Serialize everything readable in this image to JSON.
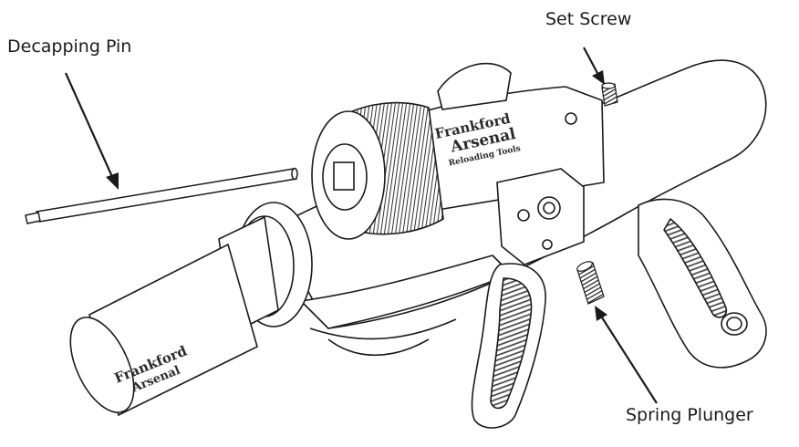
{
  "callouts": {
    "decapping_pin": "Decapping Pin",
    "set_screw": "Set Screw",
    "spring_plunger": "Spring Plunger"
  },
  "branding": {
    "line1": "Frankford",
    "line2": "Arsenal",
    "line3": "Reloading Tools",
    "body_line1": "Frankford",
    "body_line2": "Arsenal"
  },
  "colors": {
    "ink": "#1a1a1a",
    "paper": "#ffffff",
    "grip_texture": "#3a3a3a"
  }
}
